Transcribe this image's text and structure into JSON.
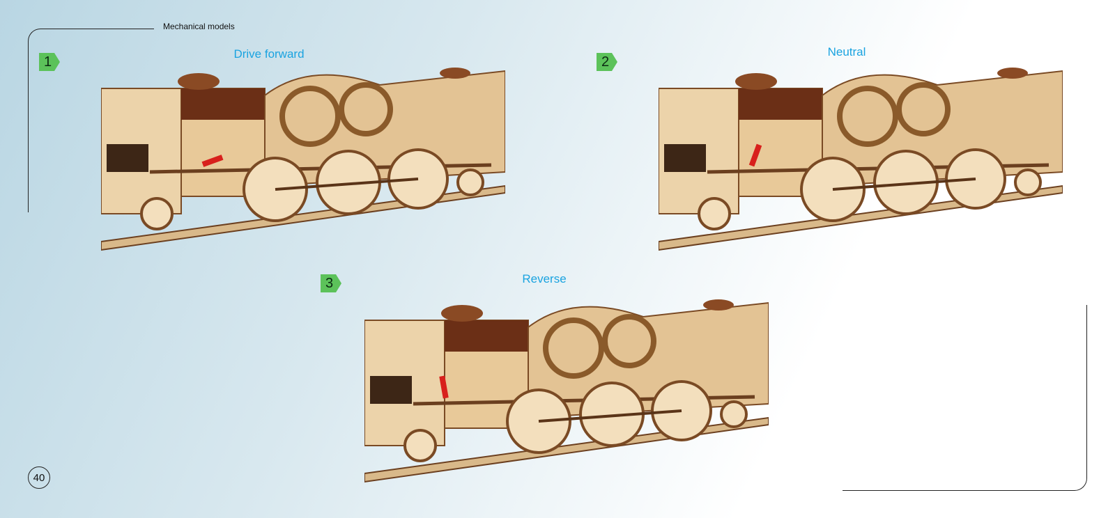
{
  "header": {
    "title": "Mechanical models"
  },
  "page_number": "40",
  "steps": [
    {
      "number": "1",
      "caption": "Drive forward"
    },
    {
      "number": "2",
      "caption": "Neutral"
    },
    {
      "number": "3",
      "caption": "Reverse"
    }
  ]
}
